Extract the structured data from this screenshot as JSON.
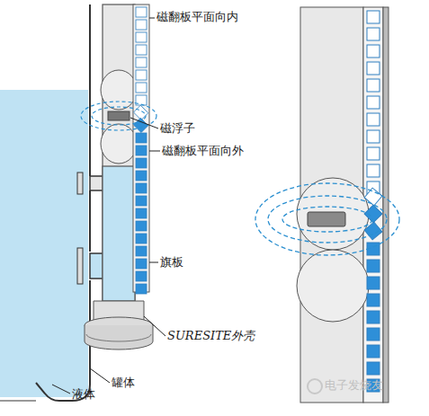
{
  "diagram": {
    "labels": [
      "磁翻板平面向内",
      "磁浮子",
      "磁翻板平面向外",
      "旗板",
      "SURESITE外壳",
      "液体",
      "罐体",
      "电子发烧友"
    ]
  }
}
